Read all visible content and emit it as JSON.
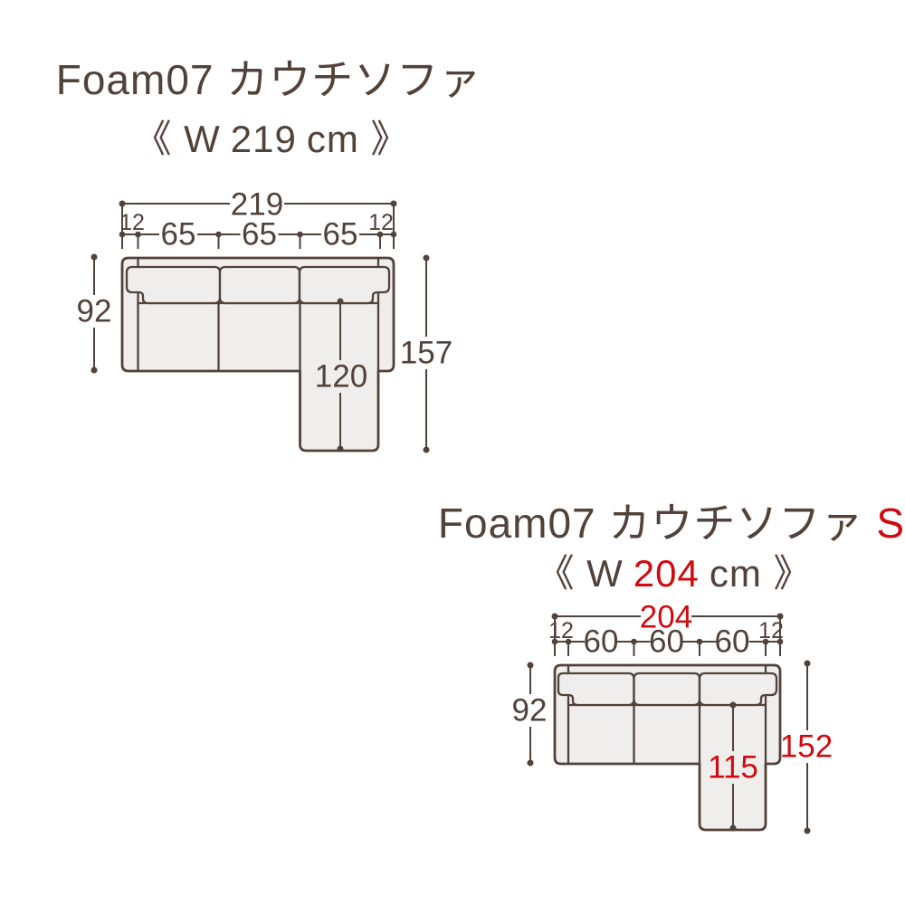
{
  "colors": {
    "brown": "#51423a",
    "red": "#d00b10",
    "sofa_fill": "#efeeec",
    "background": "#ffffff"
  },
  "sofa1": {
    "title": "Foam07 カウチソファ",
    "width_label": {
      "prefix": "《 W",
      "value": "219",
      "suffix": "cm 》"
    },
    "dims": {
      "total_width": "219",
      "arm_width_left": "12",
      "arm_width_right": "12",
      "seat_widths": [
        "65",
        "65",
        "65"
      ],
      "body_depth": "92",
      "total_depth": "157",
      "chaise_length": "120"
    }
  },
  "sofa2": {
    "title": "Foam07 カウチソファ",
    "variant": "S",
    "width_label": {
      "prefix": "《 W",
      "value": "204",
      "suffix": "cm 》"
    },
    "dims": {
      "total_width": "204",
      "arm_width_left": "12",
      "arm_width_right": "12",
      "seat_widths": [
        "60",
        "60",
        "60"
      ],
      "body_depth": "92",
      "total_depth": "152",
      "chaise_length": "115"
    }
  }
}
